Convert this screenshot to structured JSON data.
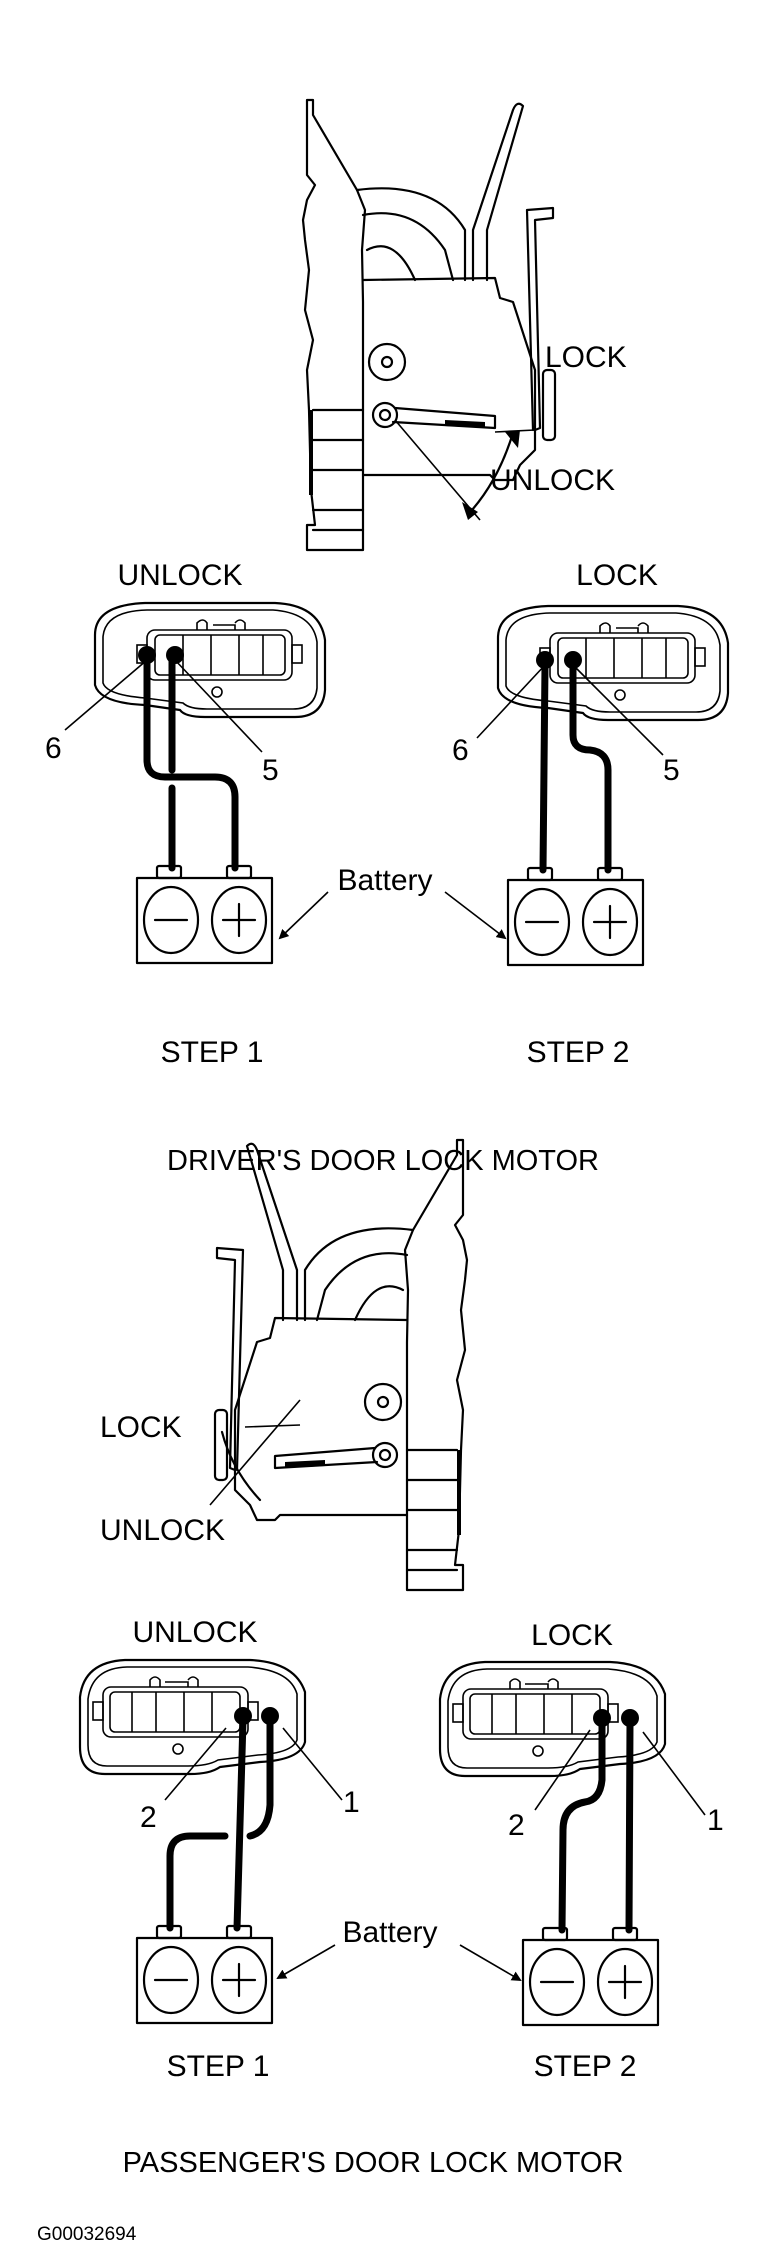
{
  "driver": {
    "motor_lock_label": "LOCK",
    "motor_unlock_label": "UNLOCK",
    "step1": {
      "state_label": "UNLOCK",
      "pin_left": "6",
      "pin_right": "5",
      "battery_negative": "−",
      "battery_positive": "+",
      "step_label": "STEP 1"
    },
    "step2": {
      "state_label": "LOCK",
      "pin_left": "6",
      "pin_right": "5",
      "battery_negative": "−",
      "battery_positive": "+",
      "step_label": "STEP 2"
    },
    "battery_label": "Battery",
    "title": "DRIVER'S DOOR LOCK MOTOR"
  },
  "passenger": {
    "motor_lock_label": "LOCK",
    "motor_unlock_label": "UNLOCK",
    "step1": {
      "state_label": "UNLOCK",
      "pin_left": "2",
      "pin_right": "1",
      "battery_negative": "−",
      "battery_positive": "+",
      "step_label": "STEP 1"
    },
    "step2": {
      "state_label": "LOCK",
      "pin_left": "2",
      "pin_right": "1",
      "battery_negative": "−",
      "battery_positive": "+",
      "step_label": "STEP 2"
    },
    "battery_label": "Battery",
    "title": "PASSENGER'S DOOR LOCK MOTOR"
  },
  "figure_code": "G00032694"
}
